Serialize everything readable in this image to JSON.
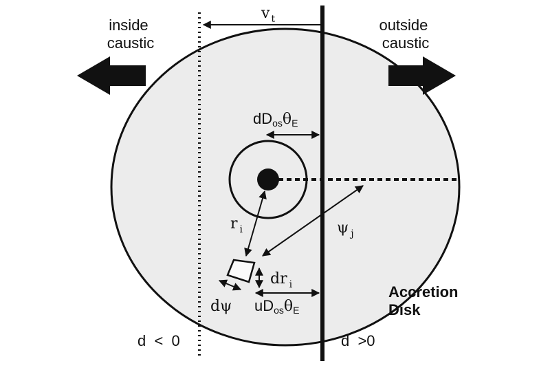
{
  "labels": {
    "inside_caustic": [
      "inside",
      "caustic"
    ],
    "outside_caustic": [
      "outside",
      "caustic"
    ],
    "velocity": {
      "main": "v",
      "sub": "t"
    },
    "caustic_distance": {
      "pre": "dD",
      "sub1": "os",
      "theta": "θ",
      "sub2": "E"
    },
    "annulus_radius": {
      "main": "r",
      "sub": "i"
    },
    "psi_angle": {
      "main": "ψ",
      "sub": "j"
    },
    "annulus_width": {
      "main": "dr",
      "sub": "i"
    },
    "angle_width": {
      "main": "dψ"
    },
    "patch_distance": {
      "pre": "uD",
      "sub1": "os",
      "theta": "θ",
      "sub2": "E"
    },
    "disk_title": [
      "Accretion",
      "Disk"
    ],
    "d_negative": "d  <  0",
    "d_positive": "d  >0"
  },
  "colors": {
    "disk_fill": "#ececec",
    "ink": "#111111"
  }
}
